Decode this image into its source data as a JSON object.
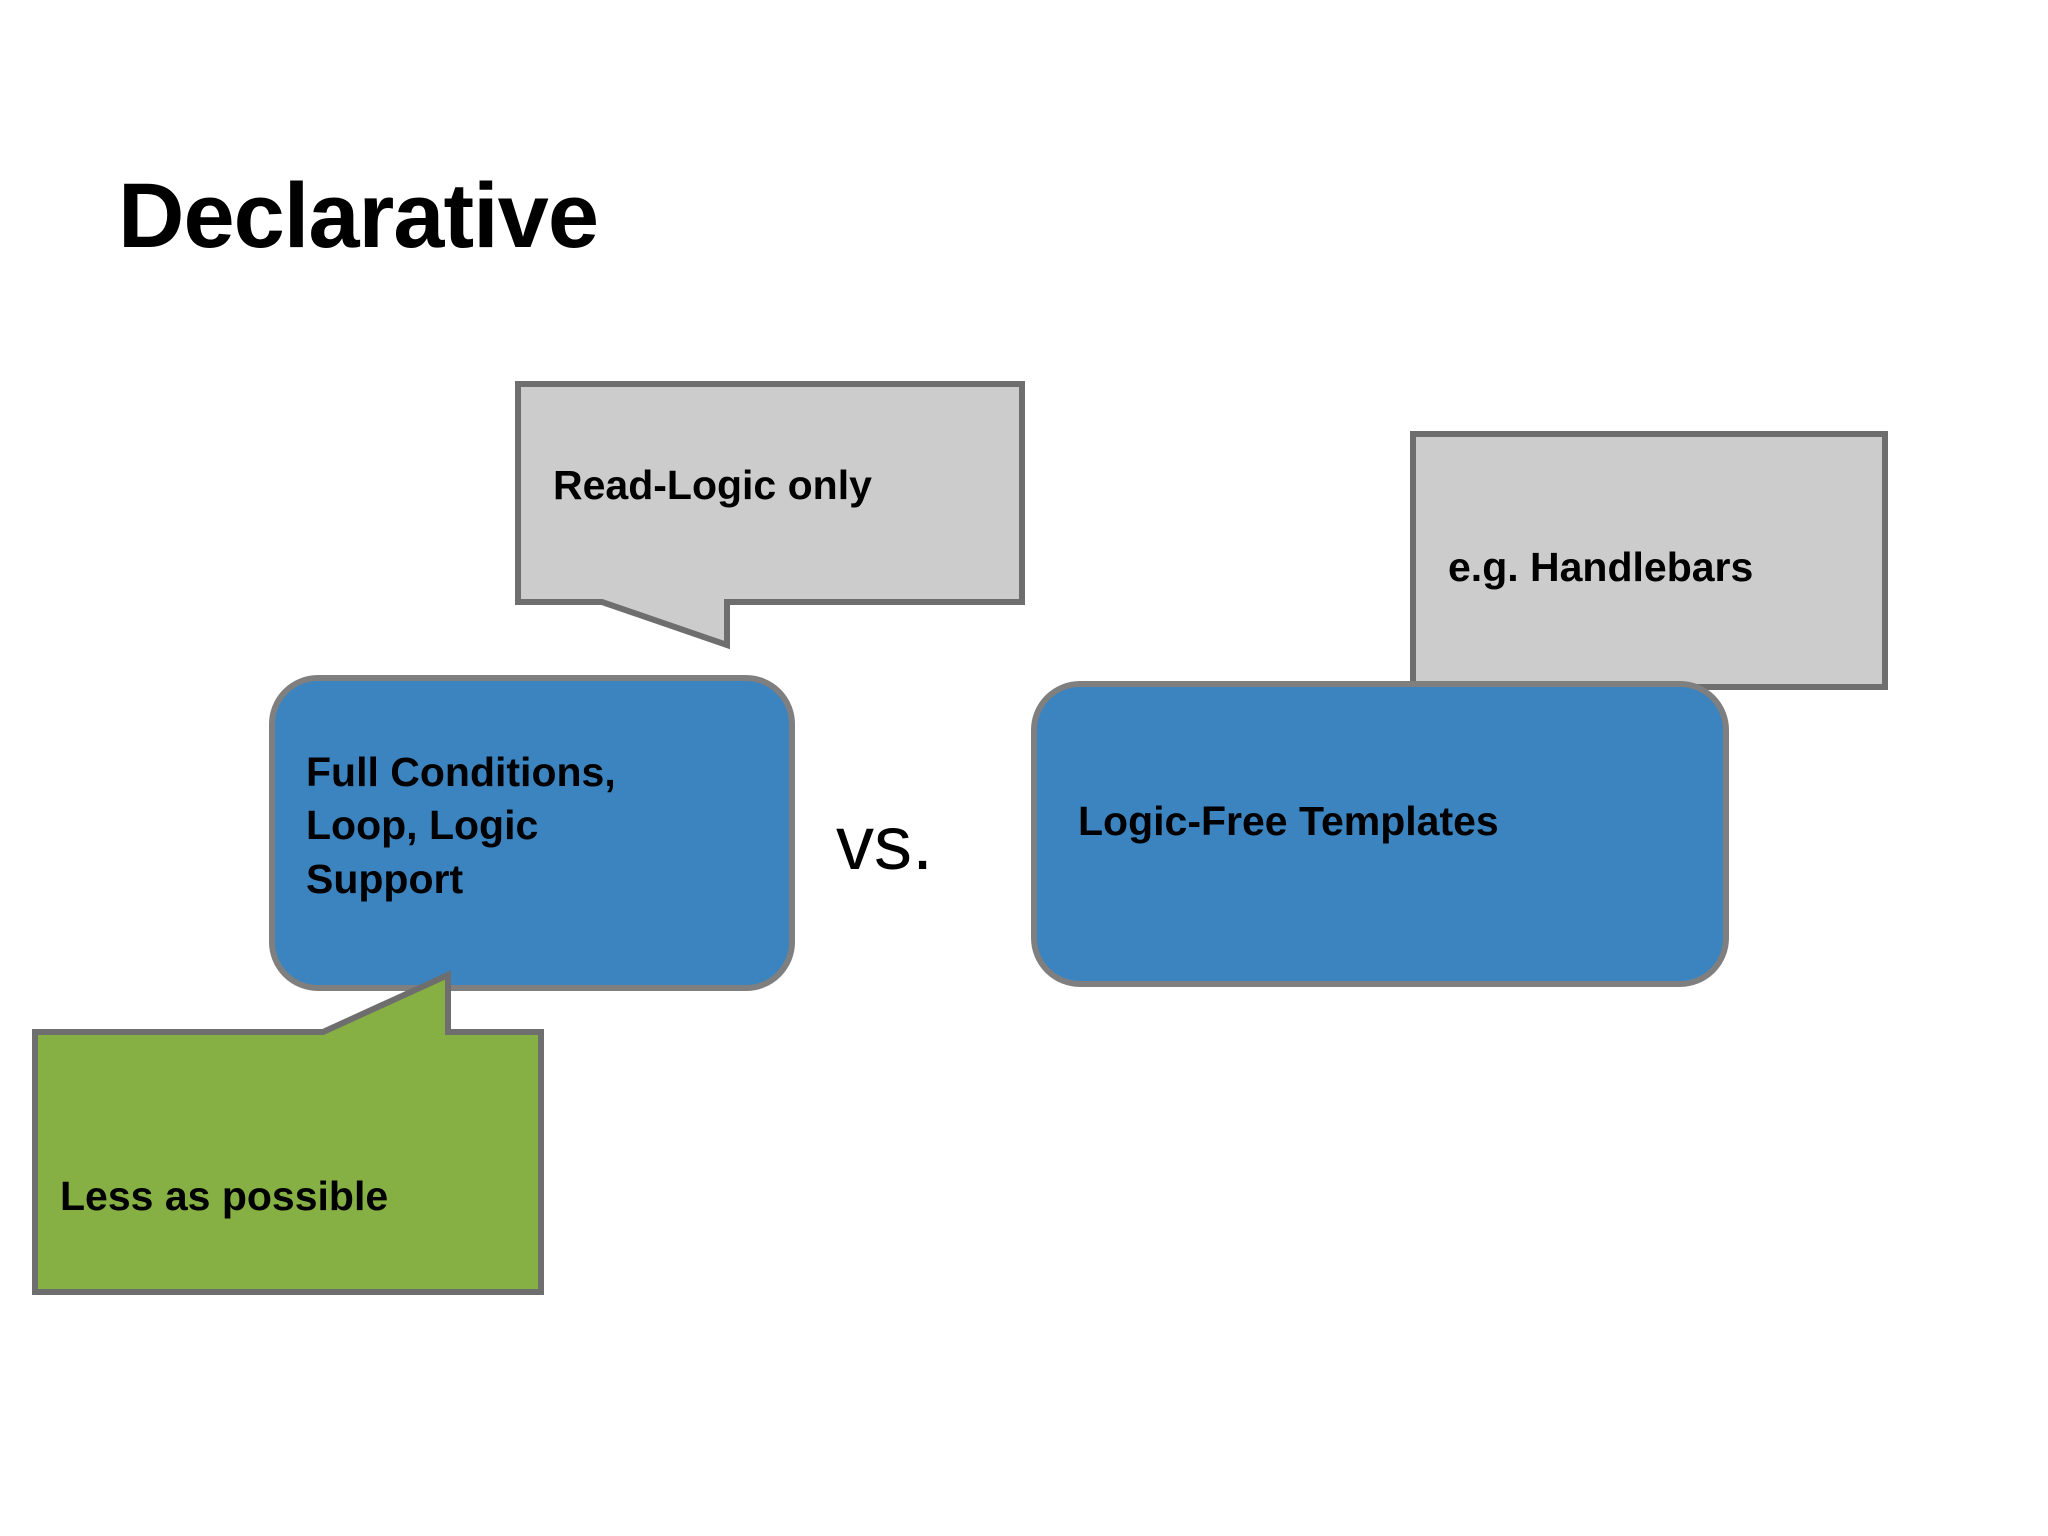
{
  "slide": {
    "title": "Declarative",
    "background_color": "#FFFFFF",
    "comparison_label": "vs."
  },
  "palette": {
    "blue_fill": "#3B84BF",
    "blue_stroke": "#7F7F7F",
    "gray_fill": "#CCCCCC",
    "gray_stroke": "#6E6E6E",
    "green_fill": "#86AF44",
    "green_stroke": "#6E6E6E",
    "text_color": "#000000"
  },
  "left_side": {
    "main_box": {
      "label": "Full Conditions,\nLoop, Logic\nSupport",
      "fill": "#3B84BF",
      "shape": "rounded-rectangle"
    },
    "top_callout": {
      "label": "Read-Logic only",
      "fill": "#CCCCCC",
      "shape": "rectangular-callout",
      "tail": "bottom-left"
    },
    "bottom_callout": {
      "label": "Less as possible",
      "fill": "#86AF44",
      "shape": "rectangular-callout",
      "tail": "top-right"
    }
  },
  "right_side": {
    "main_box": {
      "label": "Logic-Free Templates",
      "fill": "#3B84BF",
      "shape": "rounded-rectangle"
    },
    "top_callout": {
      "label": "e.g. Handlebars",
      "fill": "#CCCCCC",
      "shape": "rectangular-callout",
      "tail": "bottom-left"
    }
  }
}
